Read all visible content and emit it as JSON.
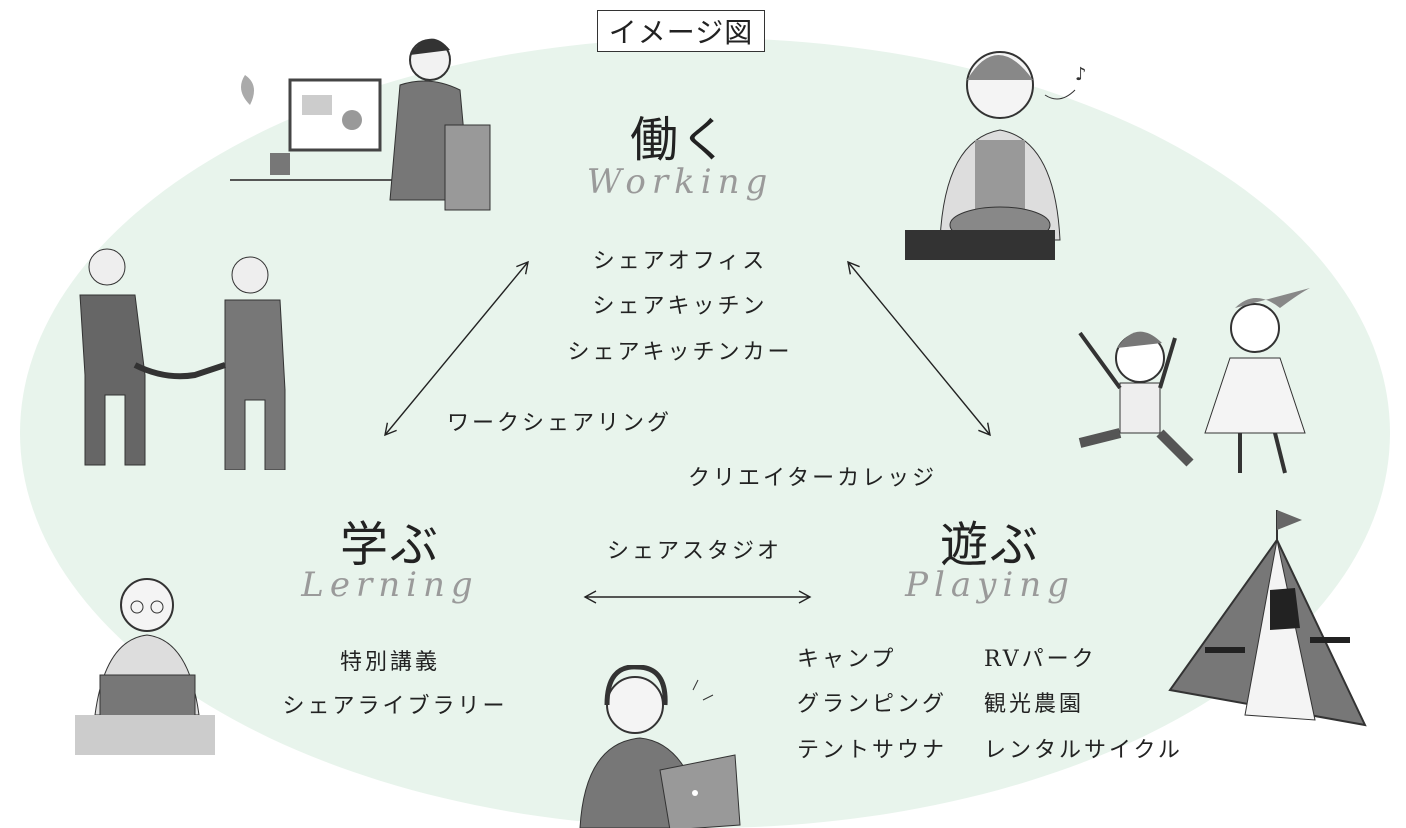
{
  "title": "イメージ図",
  "work": {
    "label": "働く",
    "script": "Working",
    "items": [
      "シェアオフィス",
      "シェアキッチン",
      "シェアキッチンカー"
    ]
  },
  "learn": {
    "label": "学ぶ",
    "script": "Lerning",
    "items": [
      "特別講義",
      "シェアライブラリー"
    ]
  },
  "play": {
    "label": "遊ぶ",
    "script": "Playing",
    "items_left": [
      "キャンプ",
      "グランピング",
      "テントサウナ"
    ],
    "items_right": [
      "RVパーク",
      "観光農園",
      "レンタルサイクル"
    ]
  },
  "links": {
    "work_learn": "ワークシェアリング",
    "work_play": "クリエイターカレッジ",
    "learn_play": "シェアスタジオ"
  },
  "colors": {
    "background": "#e8f4ec",
    "ink": "#222222",
    "script": "#9a9a9a"
  }
}
